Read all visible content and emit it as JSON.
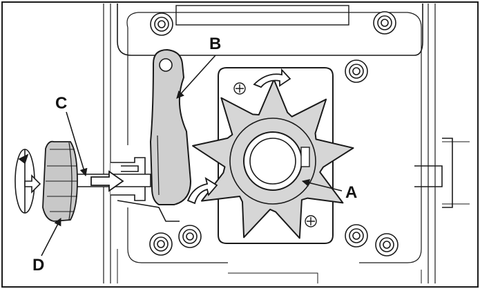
{
  "diagram": {
    "callouts": {
      "a": "A",
      "b": "B",
      "c": "C",
      "d": "D"
    },
    "colors": {
      "line": "#1a1a1a",
      "gear_fill": "#d6d6d6",
      "lever_fill": "#cfcfcf",
      "knob_fill": "#c8c8c8",
      "arrow_fill": "#ffffff",
      "background": "#ffffff"
    },
    "icons": {
      "rotation": "curved-arrow-icon",
      "direction": "block-arrow-icon",
      "fastener": "screw-icon"
    }
  }
}
